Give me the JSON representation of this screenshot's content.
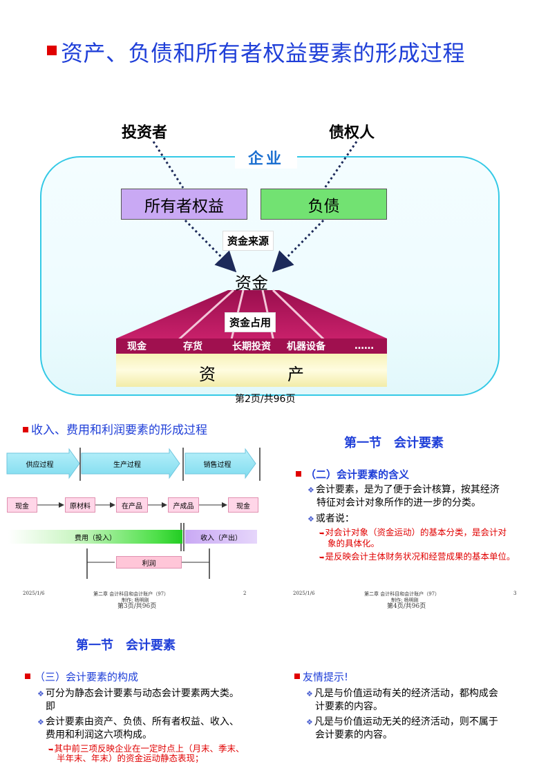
{
  "slide1": {
    "title": "资产、负债和所有者权益要素的形成过程",
    "investor": "投资者",
    "creditor": "债权人",
    "enterprise": "企业",
    "owner_equity": "所有者权益",
    "liabilities": "负债",
    "fund_source": "资金来源",
    "fund": "资金",
    "fund_use": "资金占用",
    "categories": [
      "现金",
      "存货",
      "长期投资",
      "机器设备",
      "……"
    ],
    "assets_a": "资",
    "assets_b": "产",
    "page": "第2页/共96页"
  },
  "slide2": {
    "title": "收入、费用和利润要素的形成过程",
    "processes": [
      "供应过程",
      "生产过程",
      "销售过程"
    ],
    "flow": [
      "现金",
      "原材料",
      "在产品",
      "产成品",
      "现金"
    ],
    "cost": "费用（投入）",
    "revenue": "收入（产出）",
    "profit": "利润",
    "footer_date": "2025/1/6",
    "footer_chapter": "第二章 会计科目和会计账户（97）",
    "footer_maker": "制作: 杨明刚",
    "footer_num": "2",
    "page": "第3页/共96页"
  },
  "slide3": {
    "section": "第一节　会计要素",
    "heading": "（二）会计要素的含义",
    "bullet1_l1": "会计要素，是为了便于会计核算，按其经济",
    "bullet1_l2": "特征对会计对象所作的进一步的分类。",
    "bullet2": "或者说：",
    "sub1_l1": "对会计对象（资金运动）的基本分类，是会计对",
    "sub1_l2": "象的具体化。",
    "sub2": "是反映会计主体财务状况和经营成果的基本单位。",
    "footer_date": "2025/1/6",
    "footer_chapter": "第二章 会计科目和会计账户（97）",
    "footer_maker": "制作: 杨明刚",
    "footer_num": "3",
    "page": "第4页/共96页"
  },
  "slide5": {
    "section": "第一节　会计要素",
    "heading": "（三）会计要素的构成",
    "bullet1_l1": "可分为静态会计要素与动态会计要素两大类。",
    "bullet1_l2": "即",
    "bullet2_l1": "会计要素由资产、负债、所有者权益、收入、",
    "bullet2_l2": "费用和利润这六项构成。",
    "sub1_l1": "其中前三项反映企业在一定时点上（月末、季末、",
    "sub1_l2": "半年末、年末）的资金运动静态表现；"
  },
  "slide6": {
    "heading": "友情提示!",
    "bullet1_l1": "凡是与价值运动有关的经济活动，都构成会",
    "bullet1_l2": "计要素的内容。",
    "bullet2_l1": "凡是与价值运动无关的经济活动，则不属于",
    "bullet2_l2": "会计要素的内容。"
  },
  "colors": {
    "title_blue": "#1f3fd8",
    "bullet_red": "#e00000",
    "enterprise_border": "#34c9e6",
    "equity_purple": "#c9a9f4",
    "liability_green": "#72e272",
    "fan_magenta": "#b8185f"
  }
}
